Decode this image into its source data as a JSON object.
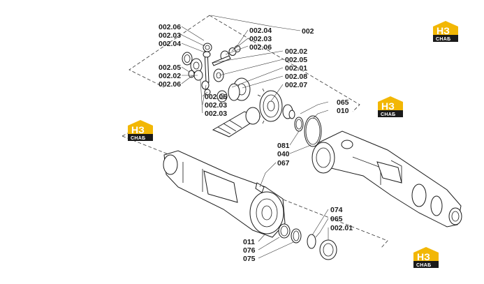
{
  "labels": {
    "top_assembly": "002",
    "l_002_06_a": "002.06",
    "l_002_03_a": "002.03",
    "l_002_04_a": "002.04",
    "l_002_04_b": "002.04",
    "l_002_03_b": "002.03",
    "l_002_06_b": "002.06",
    "l_002_02_a": "002.02",
    "l_002_05_a": "002.05",
    "l_002_05_b": "002.05",
    "l_002_02_b": "002.02",
    "l_002_01_a": "002.01",
    "l_002_06_c": "002.06",
    "l_002_08": "002.08",
    "l_002_07": "002.07",
    "l_002_06_d": "002.06",
    "l_002_03_c": "002.03",
    "l_002_03_d": "002.03",
    "l_065_a": "065",
    "l_010": "010",
    "l_081": "081",
    "l_040": "040",
    "l_067": "067",
    "l_074": "074",
    "l_065_b": "065",
    "l_002_01_b": "002.01",
    "l_011": "011",
    "l_076": "076",
    "l_075": "075"
  },
  "watermark": {
    "top": "НЗ",
    "bottom": "СНАБ",
    "color_yellow": "#f2b705",
    "color_dark": "#1a1a1a"
  }
}
